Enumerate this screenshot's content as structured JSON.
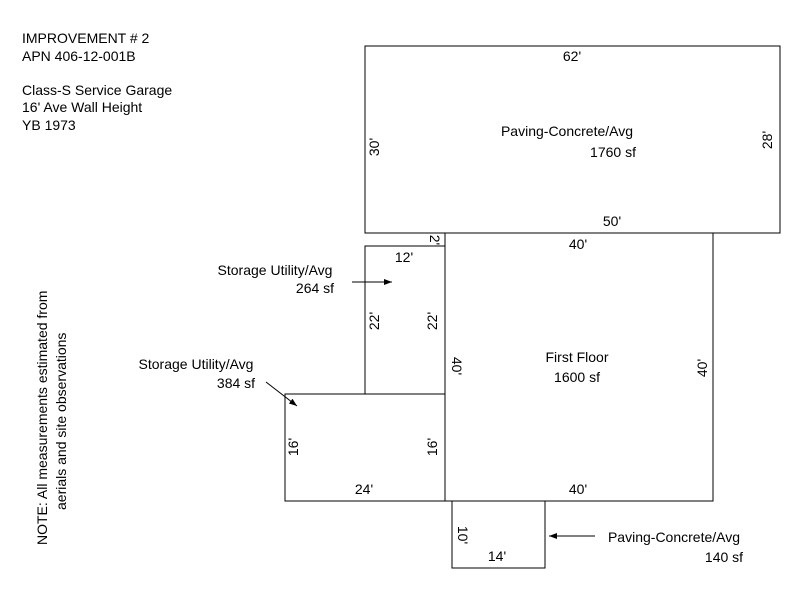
{
  "header": {
    "line1": "IMPROVEMENT # 2",
    "line2": "APN 406-12-001B",
    "line3": "Class-S Service Garage",
    "line4": "16' Ave Wall Height",
    "line5": "YB 1973"
  },
  "note": {
    "line1": "NOTE: All measurements estimated from",
    "line2": "aerials and site observations"
  },
  "areas": {
    "paving_top": {
      "label": "Paving-Concrete/Avg",
      "area": "1760 sf"
    },
    "first_floor": {
      "label": "First Floor",
      "area": "1600 sf"
    },
    "storage_upper": {
      "label": "Storage Utility/Avg",
      "area": "264 sf"
    },
    "storage_lower": {
      "label": "Storage Utility/Avg",
      "area": "384 sf"
    },
    "paving_bottom": {
      "label": "Paving-Concrete/Avg",
      "area": "140 sf"
    }
  },
  "dimensions": {
    "paving_top_width": "62'",
    "paving_top_left": "30'",
    "paving_top_right": "28'",
    "paving_top_bottom": "50'",
    "offset": "2'",
    "floor_top": "40'",
    "floor_left": "40'",
    "floor_right": "40'",
    "floor_bottom": "40'",
    "storage_upper_top": "12'",
    "storage_upper_left": "22'",
    "storage_upper_right": "22'",
    "storage_lower_left": "16'",
    "storage_lower_right": "16'",
    "storage_lower_bottom": "24'",
    "paving_bottom_left": "10'",
    "paving_bottom_bottom": "14'"
  }
}
